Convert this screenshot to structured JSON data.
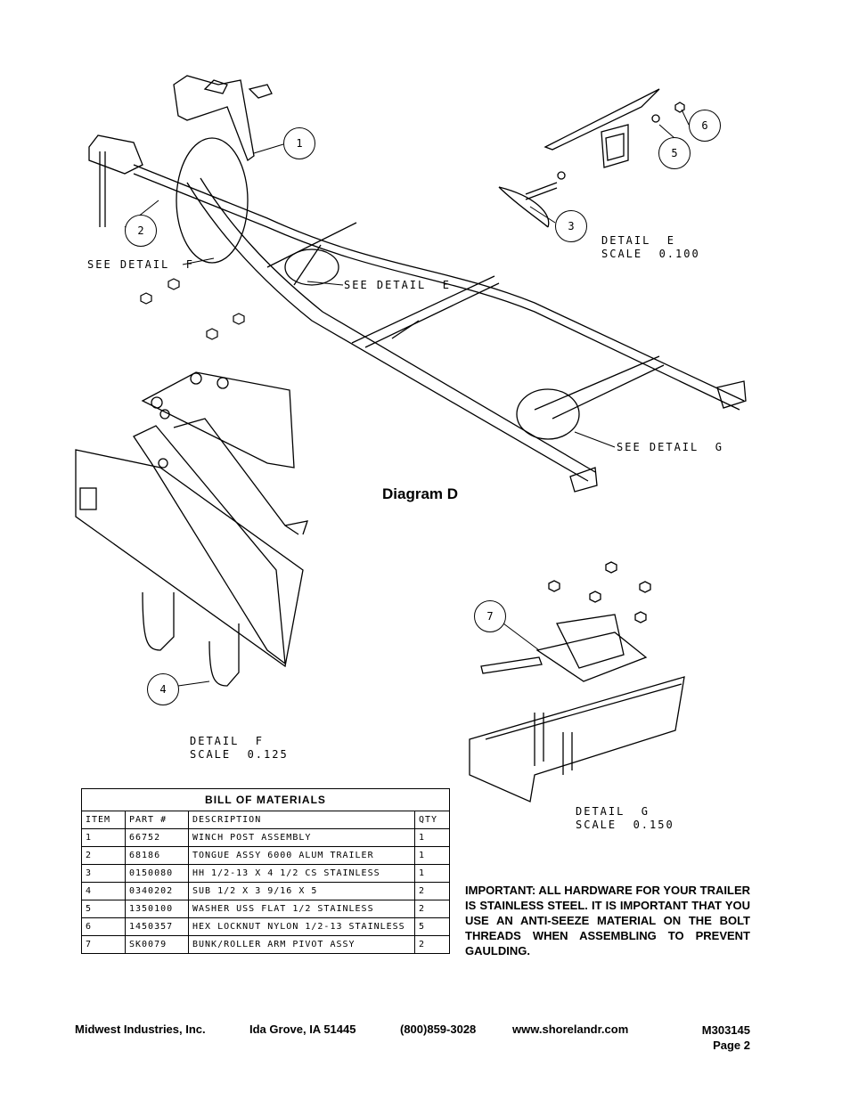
{
  "diagram": {
    "title": "Diagram  D",
    "callouts": [
      "1",
      "2",
      "3",
      "4",
      "5",
      "6",
      "7"
    ],
    "labels": {
      "see_detail_f": "SEE DETAIL  F",
      "see_detail_e": "SEE DETAIL  E",
      "see_detail_g": "SEE DETAIL  G",
      "detail_e_title": "DETAIL  E",
      "detail_e_scale": "SCALE  0.100",
      "detail_f_title": "DETAIL  F",
      "detail_f_scale": "SCALE  0.125",
      "detail_g_title": "DETAIL  G",
      "detail_g_scale": "SCALE  0.150"
    }
  },
  "bom": {
    "title": "BILL OF MATERIALS",
    "headers": [
      "ITEM",
      "PART #",
      "DESCRIPTION",
      "QTY"
    ],
    "rows": [
      [
        "1",
        "66752",
        "WINCH POST ASSEMBLY",
        "1"
      ],
      [
        "2",
        "68186",
        "TONGUE ASSY 6000 ALUM TRAILER",
        "1"
      ],
      [
        "3",
        "0150080",
        "HH 1/2-13 X 4 1/2 CS STAINLESS",
        "1"
      ],
      [
        "4",
        "0340202",
        "SUB 1/2 X 3 9/16 X 5",
        "2"
      ],
      [
        "5",
        "1350100",
        "WASHER USS FLAT 1/2 STAINLESS",
        "2"
      ],
      [
        "6",
        "1450357",
        "HEX LOCKNUT NYLON 1/2-13 STAINLESS",
        "5"
      ],
      [
        "7",
        "SK0079",
        "BUNK/ROLLER ARM PIVOT ASSY",
        "2"
      ]
    ]
  },
  "notice": "IMPORTANT: ALL HARDWARE FOR YOUR TRAILER IS STAINLESS STEEL. IT IS IMPORTANT THAT YOU USE AN ANTI-SEEZE MATERIAL ON THE BOLT THREADS WHEN ASSEMBLING TO PREVENT GAULDING.",
  "footer": {
    "company": "Midwest Industries, Inc.",
    "location": "Ida Grove, IA  51445",
    "phone": "(800)859-3028",
    "website": "www.shorelandr.com",
    "doc_number": "M303145",
    "page": "Page 2"
  }
}
